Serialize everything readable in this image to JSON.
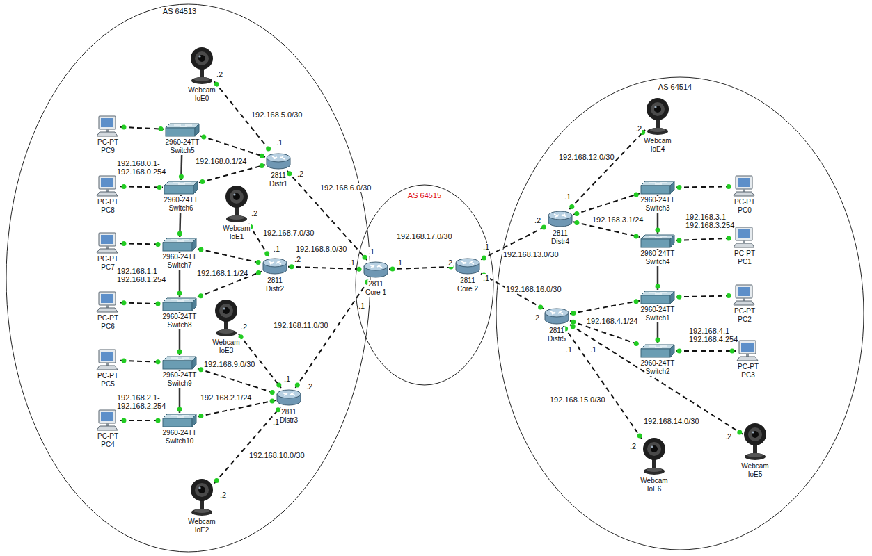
{
  "diagram": {
    "nodes": [
      {
        "text": [
          "AS 64513"
        ]
      },
      {
        "text": [
          "Webcam",
          "IoE0"
        ],
        "in": 0
      },
      {
        "text": [
          "PC-PT",
          "PC9"
        ],
        "in": 0
      },
      {
        "text": [
          "2960-24TT",
          "Switch5"
        ],
        "in": 0
      },
      {
        "text": [
          "2811",
          "Distr1"
        ],
        "in": 0
      },
      {
        "text": [
          "PC-PT",
          "PC8"
        ],
        "in": 0
      },
      {
        "text": [
          "2960-24TT",
          "Switch6"
        ],
        "in": 0
      },
      {
        "text": [
          "Webcam",
          "IoE1"
        ],
        "in": 0
      },
      {
        "text": [
          "PC-PT",
          "PC7"
        ],
        "in": 0
      },
      {
        "text": [
          "2960-24TT",
          "Switch7"
        ],
        "in": 0
      },
      {
        "text": [
          "2811",
          "Distr2"
        ],
        "in": 0
      },
      {
        "text": [
          "PC-PT",
          "PC6"
        ],
        "in": 0
      },
      {
        "text": [
          "2960-24TT",
          "Switch8"
        ],
        "in": 0
      },
      {
        "text": [
          "Webcam",
          "IoE3"
        ],
        "in": 0
      },
      {
        "text": [
          "PC-PT",
          "PC5"
        ],
        "in": 0
      },
      {
        "text": [
          "2960-24TT",
          "Switch9"
        ],
        "in": 0
      },
      {
        "text": [
          "2811",
          "Distr3"
        ],
        "in": 0
      },
      {
        "text": [
          "PC-PT",
          "PC4"
        ],
        "in": 0
      },
      {
        "text": [
          "2960-24TT",
          "Switch10"
        ],
        "in": 0
      },
      {
        "text": [
          "Webcam",
          "IoE2"
        ],
        "in": 0
      },
      {
        "text": [
          "AS 64515"
        ]
      },
      {
        "text": [
          "2811",
          "Core 1"
        ],
        "in": 20
      },
      {
        "text": [
          "2811",
          "Core 2"
        ],
        "in": 20
      },
      {
        "text": [
          "AS 64514"
        ]
      },
      {
        "text": [
          "Webcam",
          "IoE4"
        ],
        "in": 23
      },
      {
        "text": [
          "2960-24TT",
          "Switch3"
        ],
        "in": 23
      },
      {
        "text": [
          "PC-PT",
          "PC0"
        ],
        "in": 23
      },
      {
        "text": [
          "2811",
          "Distr4"
        ],
        "in": 23
      },
      {
        "text": [
          "2960-24TT",
          "Switch4"
        ],
        "in": 23
      },
      {
        "text": [
          "PC-PT",
          "PC1"
        ],
        "in": 23
      },
      {
        "text": [
          "2960-24TT",
          "Switch1"
        ],
        "in": 23
      },
      {
        "text": [
          "PC-PT",
          "PC2"
        ],
        "in": 23
      },
      {
        "text": [
          "2811",
          "Distr5"
        ],
        "in": 23
      },
      {
        "text": [
          "2960-24TT",
          "Switch2"
        ],
        "in": 23
      },
      {
        "text": [
          "PC-PT",
          "PC3"
        ],
        "in": 23
      },
      {
        "text": [
          "Webcam",
          "IoE6"
        ],
        "in": 23
      },
      {
        "text": [
          "Webcam",
          "IoE5"
        ],
        "in": 23
      }
    ],
    "edges": [
      {
        "from": 1,
        "to": 4,
        "arrow": "none",
        "label": "192.168.5.0/30"
      },
      {
        "from": 2,
        "to": 3,
        "arrow": "none"
      },
      {
        "from": 3,
        "to": 4,
        "arrow": "none"
      },
      {
        "from": 3,
        "to": 6,
        "arrow": "none"
      },
      {
        "from": 5,
        "to": 6,
        "arrow": "none"
      },
      {
        "from": 6,
        "to": 4,
        "arrow": "none"
      },
      {
        "from": 6,
        "to": 9,
        "arrow": "none"
      },
      {
        "from": 7,
        "to": 10,
        "arrow": "none",
        "label": "192.168.7.0/30"
      },
      {
        "from": 8,
        "to": 9,
        "arrow": "none"
      },
      {
        "from": 9,
        "to": 10,
        "arrow": "none"
      },
      {
        "from": 9,
        "to": 12,
        "arrow": "none"
      },
      {
        "from": 11,
        "to": 12,
        "arrow": "none"
      },
      {
        "from": 12,
        "to": 10,
        "arrow": "none"
      },
      {
        "from": 12,
        "to": 15,
        "arrow": "none"
      },
      {
        "from": 13,
        "to": 16,
        "arrow": "none",
        "label": "192.168.9.0/30"
      },
      {
        "from": 14,
        "to": 15,
        "arrow": "none"
      },
      {
        "from": 15,
        "to": 16,
        "arrow": "none"
      },
      {
        "from": 15,
        "to": 18,
        "arrow": "none"
      },
      {
        "from": 17,
        "to": 18,
        "arrow": "none"
      },
      {
        "from": 18,
        "to": 16,
        "arrow": "none"
      },
      {
        "from": 19,
        "to": 16,
        "arrow": "none",
        "label": "192.168.10.0/30"
      },
      {
        "from": 4,
        "to": 21,
        "arrow": "none",
        "label": "192.168.6.0/30"
      },
      {
        "from": 10,
        "to": 21,
        "arrow": "none",
        "label": "192.168.8.0/30"
      },
      {
        "from": 16,
        "to": 21,
        "arrow": "none",
        "label": "192.168.11.0/30"
      },
      {
        "from": 21,
        "to": 22,
        "arrow": "none",
        "label": "192.168.17.0/30"
      },
      {
        "from": 22,
        "to": 27,
        "arrow": "none",
        "label": "192.168.13.0/30"
      },
      {
        "from": 22,
        "to": 32,
        "arrow": "none",
        "label": "192.168.16.0/30"
      },
      {
        "from": 27,
        "to": 24,
        "arrow": "none",
        "label": "192.168.12.0/30"
      },
      {
        "from": 27,
        "to": 25,
        "arrow": "none"
      },
      {
        "from": 27,
        "to": 28,
        "arrow": "none"
      },
      {
        "from": 25,
        "to": 28,
        "arrow": "none"
      },
      {
        "from": 25,
        "to": 26,
        "arrow": "none"
      },
      {
        "from": 28,
        "to": 29,
        "arrow": "none"
      },
      {
        "from": 28,
        "to": 30,
        "arrow": "none"
      },
      {
        "from": 32,
        "to": 30,
        "arrow": "none"
      },
      {
        "from": 32,
        "to": 33,
        "arrow": "none"
      },
      {
        "from": 30,
        "to": 33,
        "arrow": "none"
      },
      {
        "from": 30,
        "to": 31,
        "arrow": "none"
      },
      {
        "from": 33,
        "to": 34,
        "arrow": "none"
      },
      {
        "from": 32,
        "to": 35,
        "arrow": "none",
        "label": "192.168.15.0/30"
      },
      {
        "from": 32,
        "to": 36,
        "arrow": "none",
        "label": "192.168.14.0/30"
      }
    ],
    "labels": [
      ".2",
      ".1",
      "192.168.0.1- 192.168.0.254",
      "192.168.0.1/24",
      ".2",
      ".2",
      ".1",
      ".2",
      ".1",
      ".1",
      ".1",
      "192.168.1.1- 192.168.1.254",
      "192.168.1.1/24",
      ".1",
      ".2",
      ".1",
      ".2",
      "192.168.2.1- 192.168.2.254",
      "192.168.2.1/24",
      ".1",
      ".2",
      ".2",
      ".1",
      ".1",
      ".2",
      ".1",
      ".2",
      "192.168.3.1/24",
      "192.168.3.1- 192.168.3.254",
      "192.168.4.1/24",
      "192.168.4.1- 192.168.4.254",
      ".2",
      ".1",
      ".1",
      ".2",
      ".2"
    ]
  }
}
